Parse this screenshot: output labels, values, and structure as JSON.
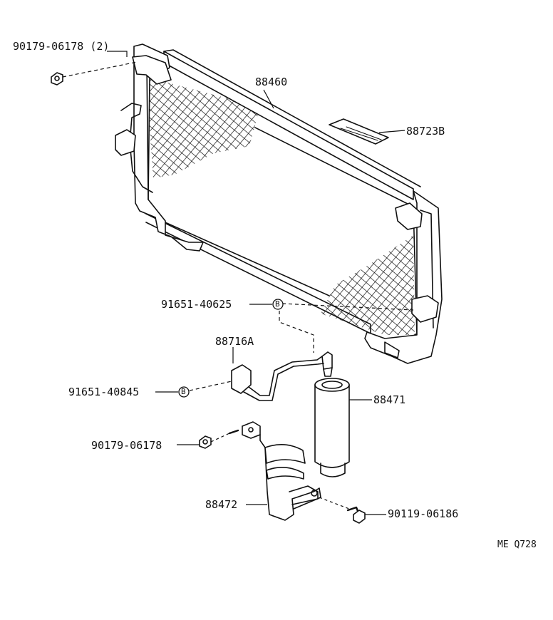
{
  "diagram": {
    "parts": [
      {
        "id": "p1",
        "label": "90179-06178 (2)"
      },
      {
        "id": "p2",
        "label": "88460"
      },
      {
        "id": "p3",
        "label": "88723B"
      },
      {
        "id": "p4",
        "label": "91651-40625"
      },
      {
        "id": "p5",
        "label": "88716A"
      },
      {
        "id": "p6",
        "label": "91651-40845"
      },
      {
        "id": "p7",
        "label": "88471"
      },
      {
        "id": "p8",
        "label": "90179-06178"
      },
      {
        "id": "p9",
        "label": "88472"
      },
      {
        "id": "p10",
        "label": "90119-06186"
      }
    ],
    "bolt_marker": "B",
    "drawing_code": "ME Q728"
  }
}
